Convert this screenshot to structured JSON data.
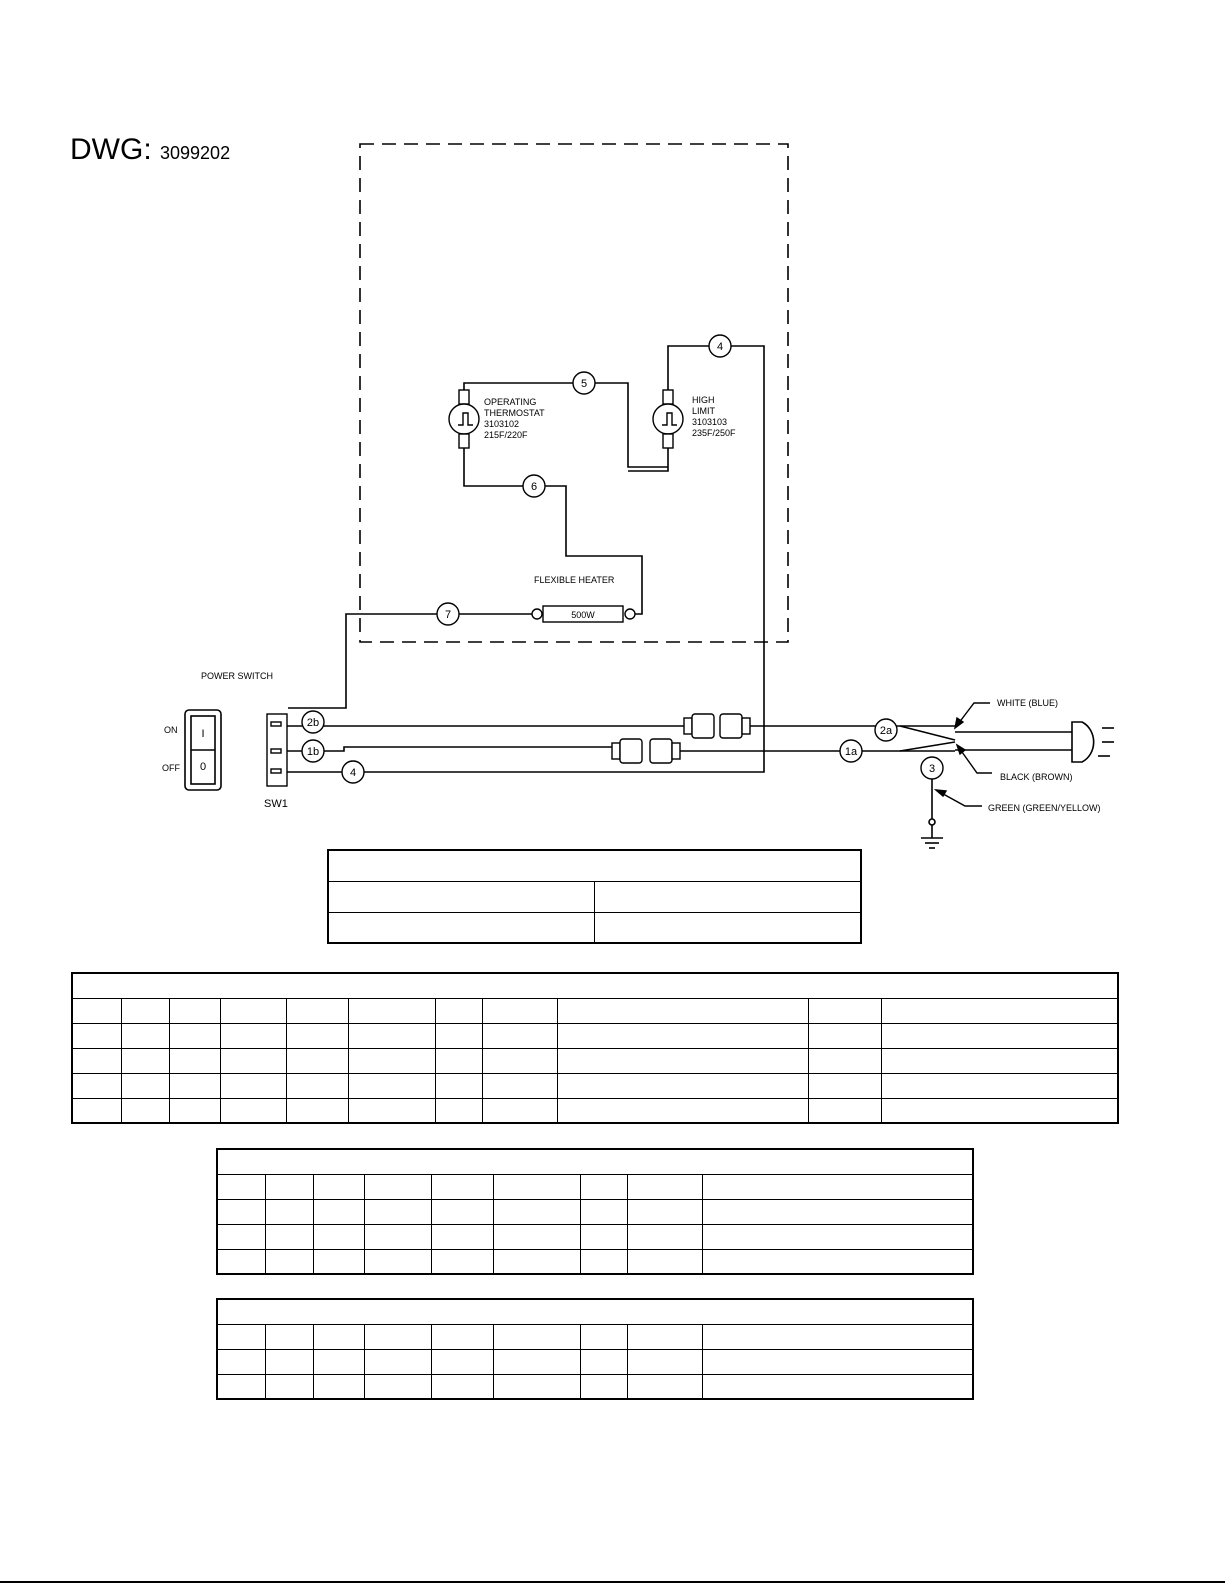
{
  "header": {
    "dwg_label": "DWG:",
    "dwg_number": "3099202"
  },
  "components": {
    "operating_thermostat": [
      "OPERATING",
      "THERMOSTAT",
      "3103102",
      "215F/220F"
    ],
    "high_limit": [
      "HIGH",
      "LIMIT",
      "3103103",
      "235F/250F"
    ],
    "heater_label": "FLEXIBLE HEATER",
    "heater_rating": "500W",
    "power_switch_label": "POWER SWITCH",
    "switch_on_label": "ON",
    "switch_off_label": "OFF",
    "switch_on_symbol": "I",
    "switch_off_symbol": "0",
    "switch_ref": "SW1"
  },
  "wire_numbers": {
    "w2b": "2b",
    "w1b": "1b",
    "w4_switch": "4",
    "w2a": "2a",
    "w1a": "1a",
    "w3": "3",
    "w4_top": "4",
    "w5": "5",
    "w6": "6",
    "w7": "7"
  },
  "cord_labels": {
    "white": "WHITE (BLUE)",
    "black": "BLACK (BROWN)",
    "green": "GREEN (GREEN/YELLOW)"
  },
  "colors": {
    "line": "#000000",
    "background": "#ffffff"
  }
}
